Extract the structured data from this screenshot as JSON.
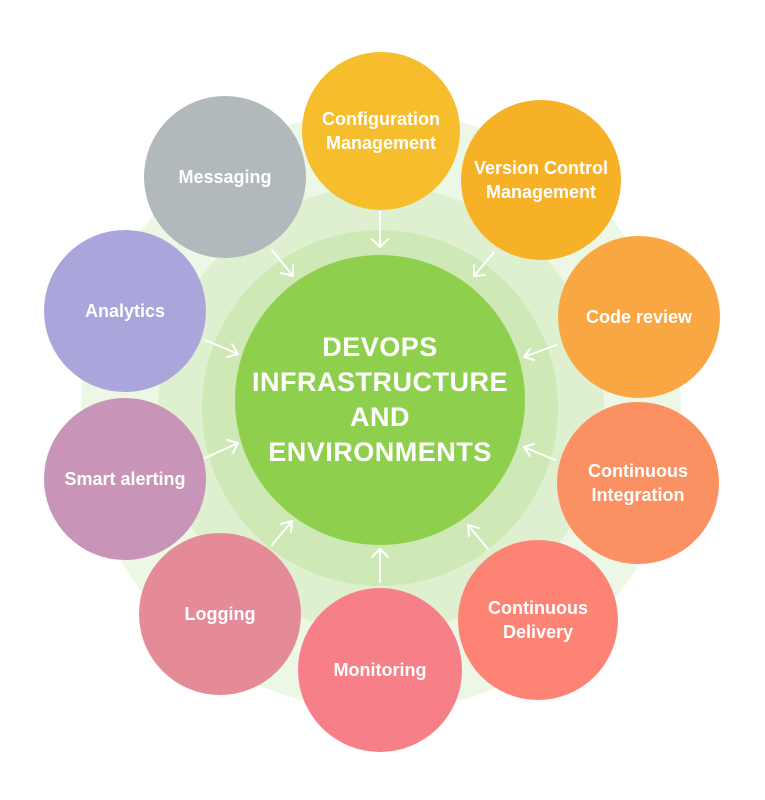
{
  "center": {
    "label": "DEVOPS INFRASTRUCTURE AND ENVIRONMENTS",
    "color": "#8fcf4e"
  },
  "nodes": [
    {
      "label": "Configuration Management",
      "color": "#f6be2c"
    },
    {
      "label": "Version Control Management",
      "color": "#f7b126"
    },
    {
      "label": "Code review",
      "color": "#f8a743"
    },
    {
      "label": "Continuous Integration",
      "color": "#fb9162"
    },
    {
      "label": "Continuous Delivery",
      "color": "#fd8475"
    },
    {
      "label": "Monitoring",
      "color": "#f77f87"
    },
    {
      "label": "Logging",
      "color": "#e58b97"
    },
    {
      "label": "Smart alerting",
      "color": "#c895b9"
    },
    {
      "label": "Analytics",
      "color": "#aaa6db"
    },
    {
      "label": "Messaging",
      "color": "#b1b9bd"
    }
  ],
  "ring_colors": [
    "#edf7e5",
    "#def0cf",
    "#cfe9b6"
  ],
  "arrow_color": "#ffffff"
}
